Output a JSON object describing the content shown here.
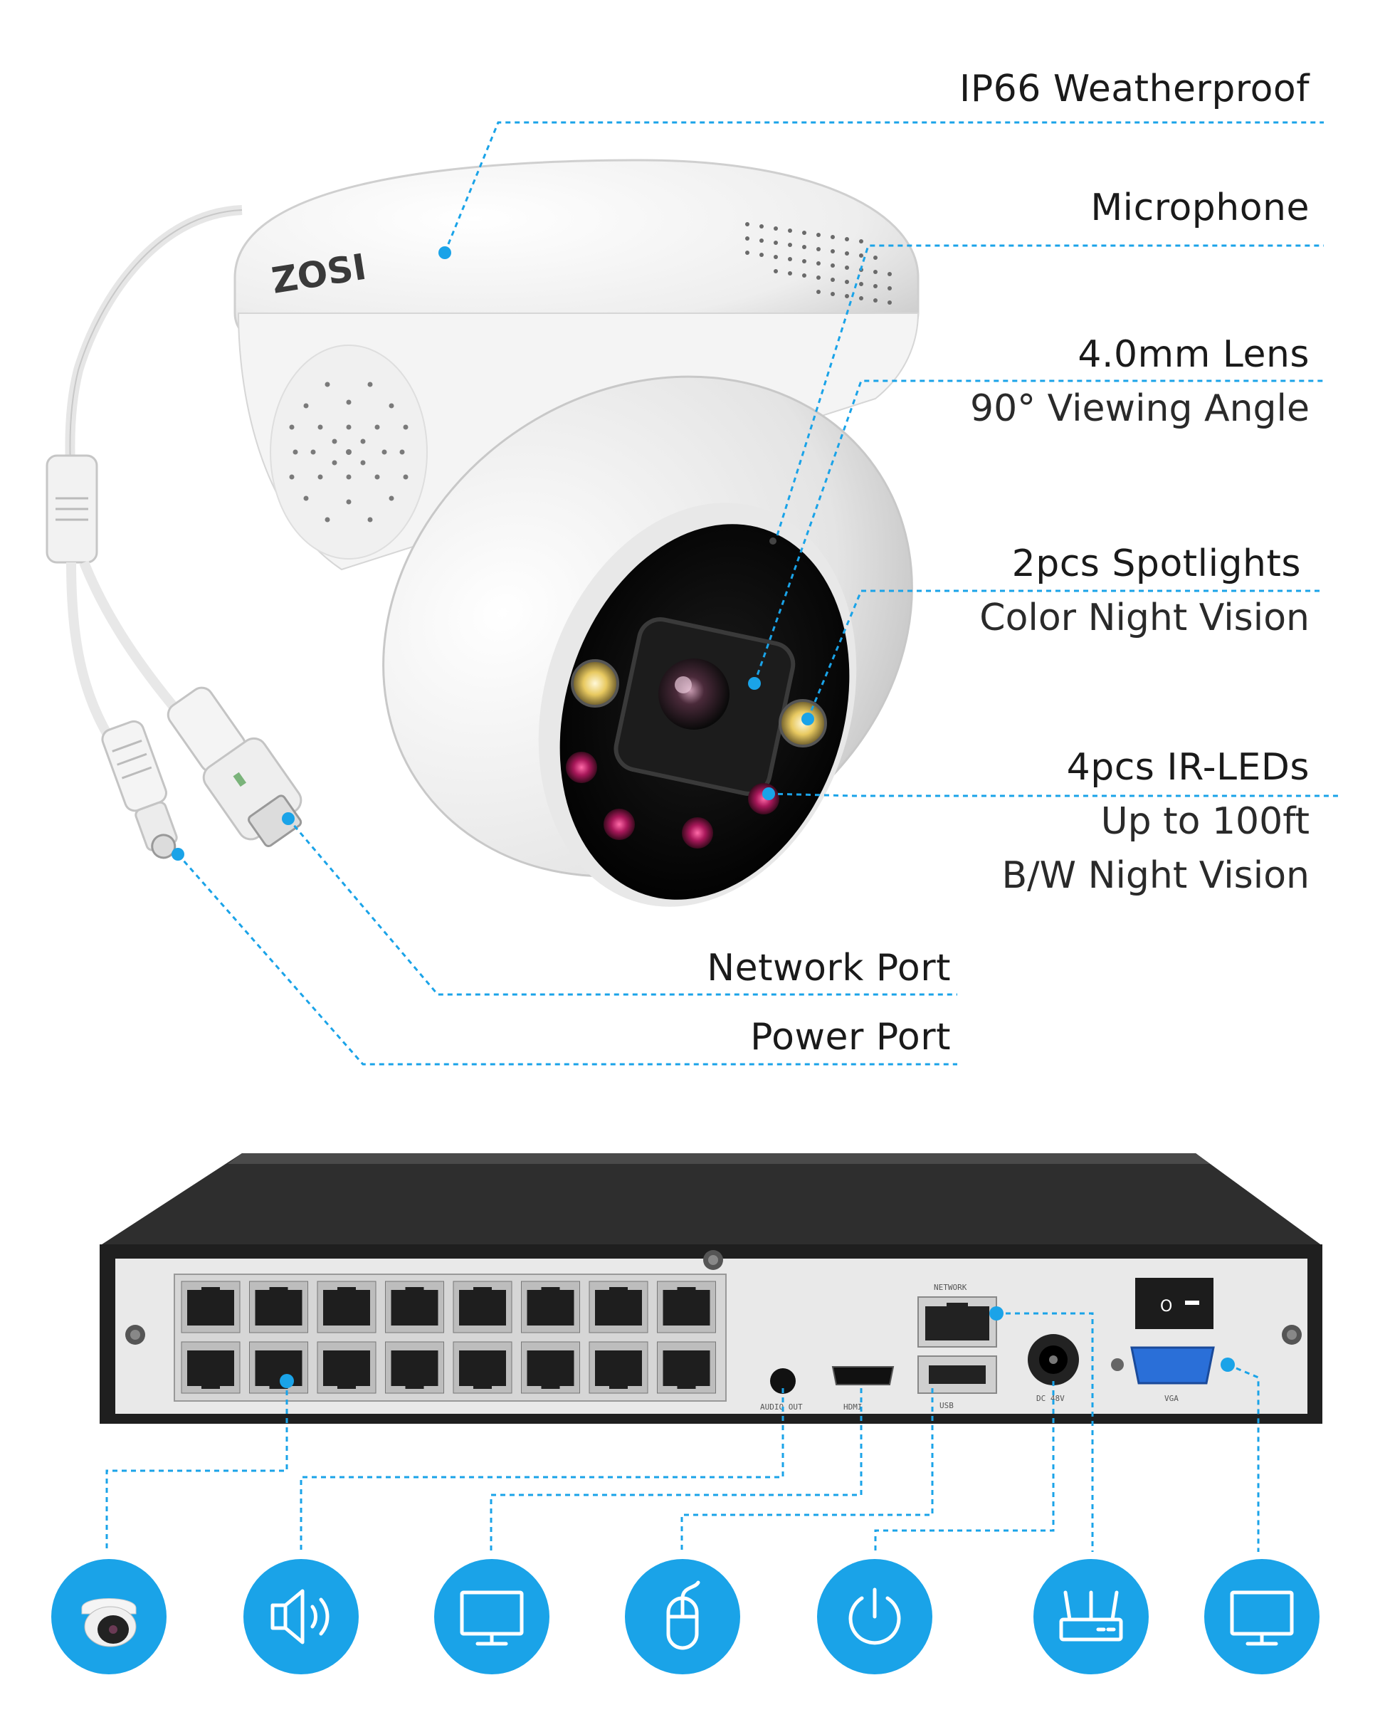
{
  "brand": "ZOSI",
  "camera_labels": {
    "weatherproof": "IP66 Weatherproof",
    "microphone": "Microphone",
    "lens": "4.0mm Lens",
    "lens_sub": "90° Viewing Angle",
    "spotlights": "2pcs Spotlights",
    "spotlights_sub": "Color Night Vision",
    "irleds": "4pcs IR-LEDs",
    "irleds_sub1": "Up to 100ft",
    "irleds_sub2": "B/W Night Vision",
    "network_port": "Network Port",
    "power_port": "Power Port"
  },
  "colors": {
    "accent": "#1aa3e8",
    "text": "#1a1a1a",
    "nvr_body": "#2b2b2b",
    "nvr_panel": "#e9e9e9"
  },
  "bottom_icons": [
    {
      "name": "camera-icon"
    },
    {
      "name": "speaker-icon"
    },
    {
      "name": "monitor-icon"
    },
    {
      "name": "mouse-icon"
    },
    {
      "name": "power-icon"
    },
    {
      "name": "router-icon"
    },
    {
      "name": "monitor-icon"
    }
  ]
}
